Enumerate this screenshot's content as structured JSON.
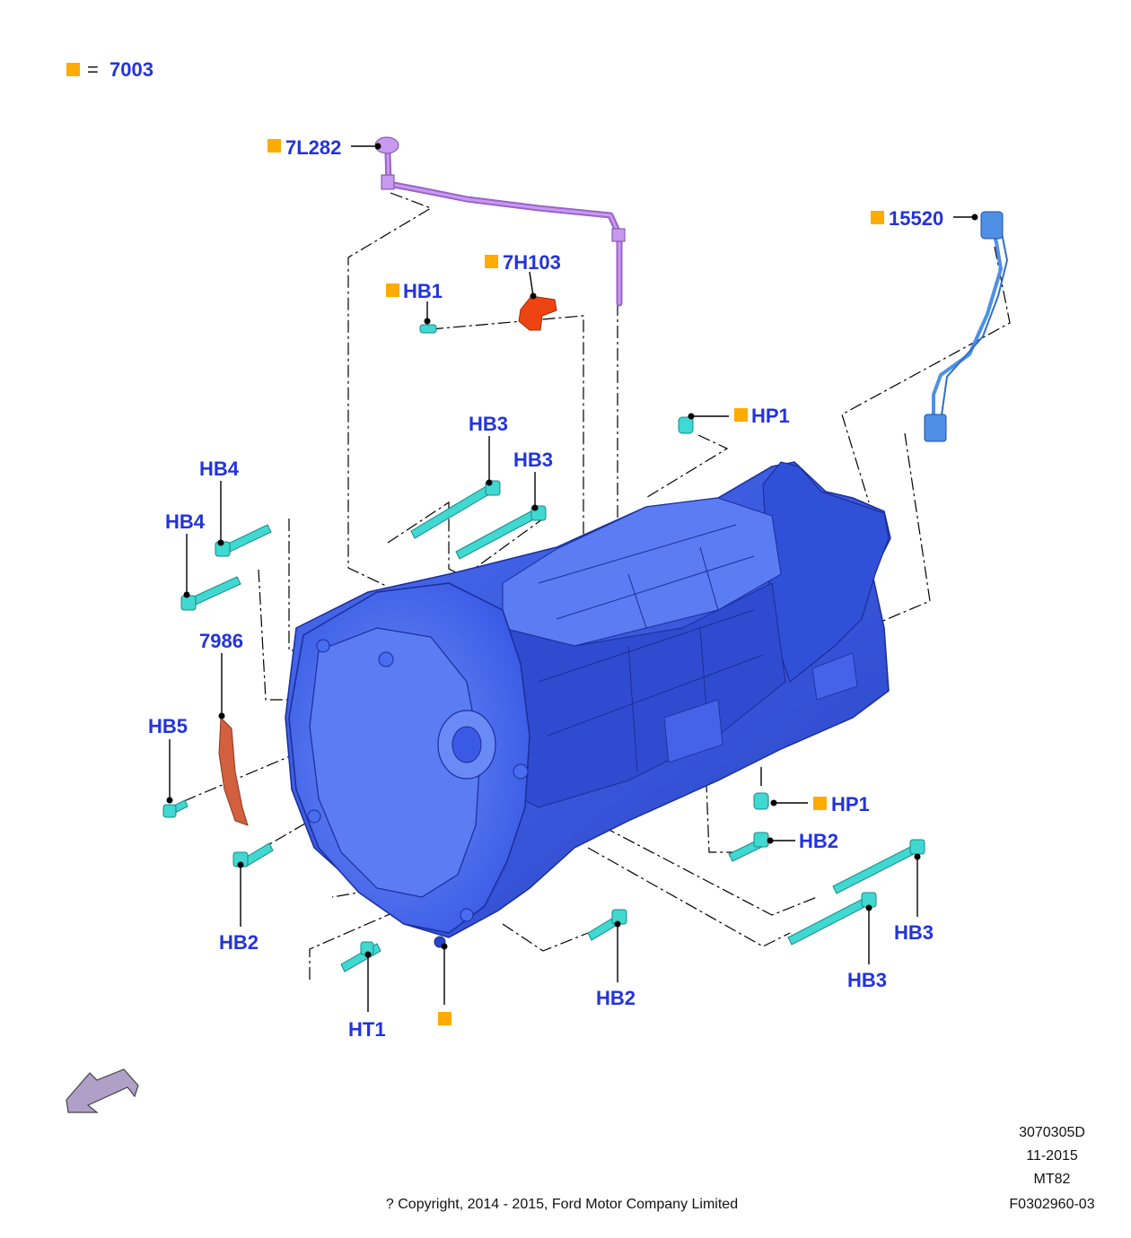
{
  "legend": {
    "marker_color": "#ffab00",
    "equals": "=",
    "value": "7003"
  },
  "colors": {
    "label": "#2233dd",
    "transmission": "#3a5ae6",
    "bolt": "#40d8d0",
    "tube": "#b77fe0",
    "sensor": "#ee4411",
    "gasket": "#d2603e",
    "harness": "#4f8fe6"
  },
  "callouts": {
    "c7l282": "7L282",
    "c7h103": "7H103",
    "c15520": "15520",
    "hb1": "HB1",
    "hp1_top": "HP1",
    "hp1_bottom": "HP1",
    "hb3_top_left": "HB3",
    "hb3_top_right": "HB3",
    "hb4_upper": "HB4",
    "hb4_lower": "HB4",
    "c7986": "7986",
    "hb5": "HB5",
    "hb2_left": "HB2",
    "hb2_bottom": "HB2",
    "hb2_right": "HB2",
    "hb3_bottom_right": "HB3",
    "hb3_bottom_mid": "HB3",
    "ht1": "HT1"
  },
  "info": {
    "code": "3070305D",
    "date": "11-2015",
    "model": "MT82",
    "figure": "F0302960-03",
    "copyright": "? Copyright, 2014 - 2015, Ford Motor Company Limited"
  },
  "icons": {
    "direction": "view-direction-arrow-icon"
  }
}
